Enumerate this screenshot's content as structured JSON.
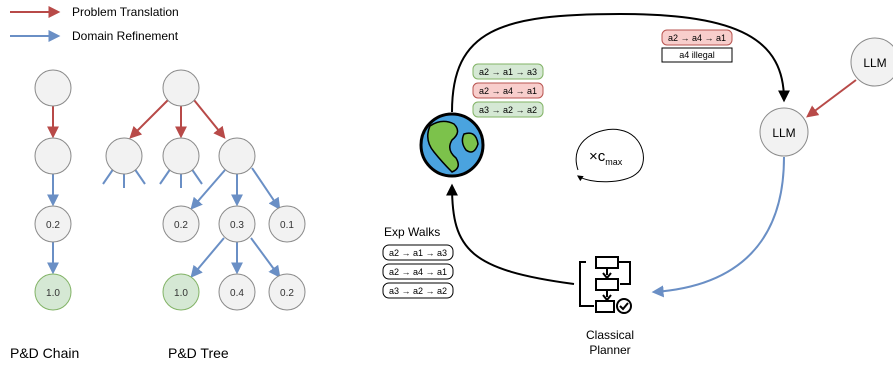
{
  "legend": {
    "translation_label": "Problem Translation",
    "refinement_label": "Domain Refinement"
  },
  "colors": {
    "translation": "#b84a48",
    "refinement": "#6a8fc5",
    "node_fill": "#f2f2f2",
    "node_stroke": "#8a8a8a",
    "success_fill": "#d5e8d4",
    "success_stroke": "#82b366",
    "fail_fill": "#f8cecc",
    "fail_stroke": "#b85450"
  },
  "chain": {
    "caption": "P&D Chain",
    "scores": [
      "0.2",
      "1.0"
    ]
  },
  "tree": {
    "caption": "P&D Tree",
    "level2_scores": [
      "0.2",
      "0.3",
      "0.1"
    ],
    "level3_scores": [
      "1.0",
      "0.4",
      "0.2"
    ]
  },
  "loop": {
    "multiplier_label": "×c",
    "multiplier_subscript": "max",
    "llm_label": "LLM",
    "llm_external_label": "LLM",
    "planner_label_line1": "Classical",
    "planner_label_line2": "Planner",
    "world_icon": "globe-icon",
    "planner_icon": "flowchart-icon",
    "feedback": {
      "walk": "a2 → a4 → a1",
      "note": "a4 illegal"
    },
    "world_walks": [
      {
        "text": "a2 → a1 → a3",
        "status": "success"
      },
      {
        "text": "a2 → a4 → a1",
        "status": "fail"
      },
      {
        "text": "a3 → a2 → a2",
        "status": "success"
      }
    ],
    "exp_walks_title": "Exp Walks",
    "exp_walks": [
      "a2 → a1 → a3",
      "a2 → a4 → a1",
      "a3 → a2 → a2"
    ]
  }
}
